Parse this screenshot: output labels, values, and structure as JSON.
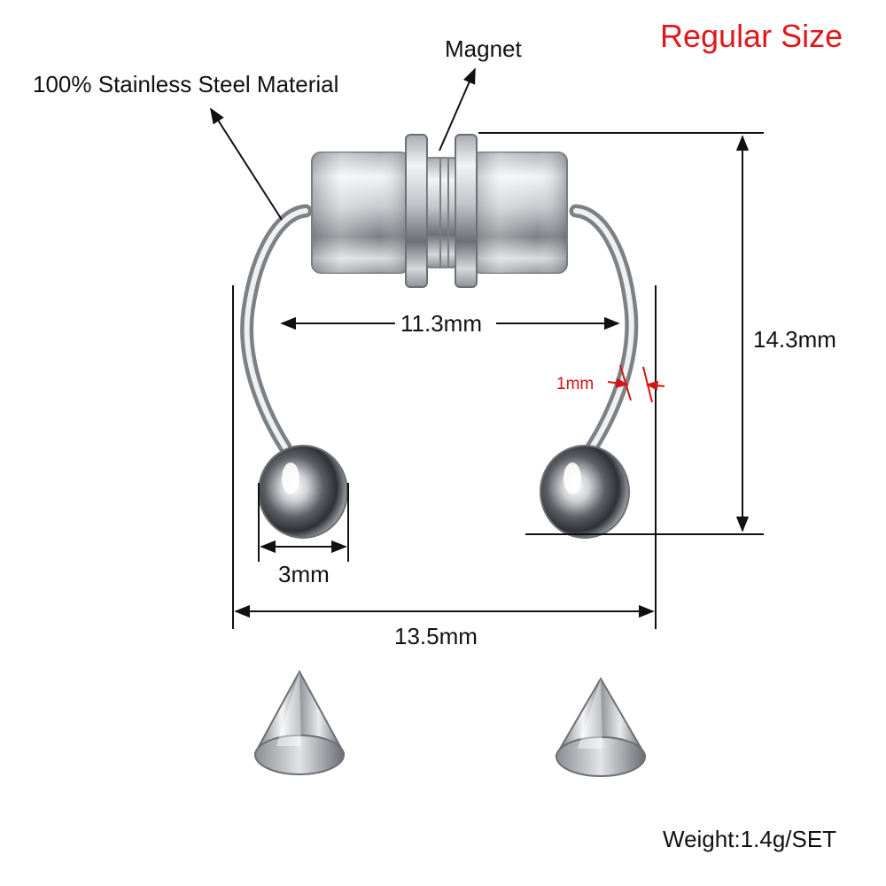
{
  "header": {
    "size_title": "Regular Size"
  },
  "callouts": {
    "magnet": "Magnet",
    "material": "100% Stainless Steel Material"
  },
  "dimensions": {
    "inner_width": "11.3mm",
    "height": "14.3mm",
    "wire_thickness": "1mm",
    "ball_diameter": "3mm",
    "outer_width": "13.5mm"
  },
  "footer": {
    "weight": "Weight:1.4g/SET"
  },
  "colors": {
    "title_red": "#e0181b",
    "wire_marker_red": "#d41414",
    "metal_dark": "#6f7378",
    "metal_light": "#f4f5f6",
    "dimension_line": "#111111"
  }
}
